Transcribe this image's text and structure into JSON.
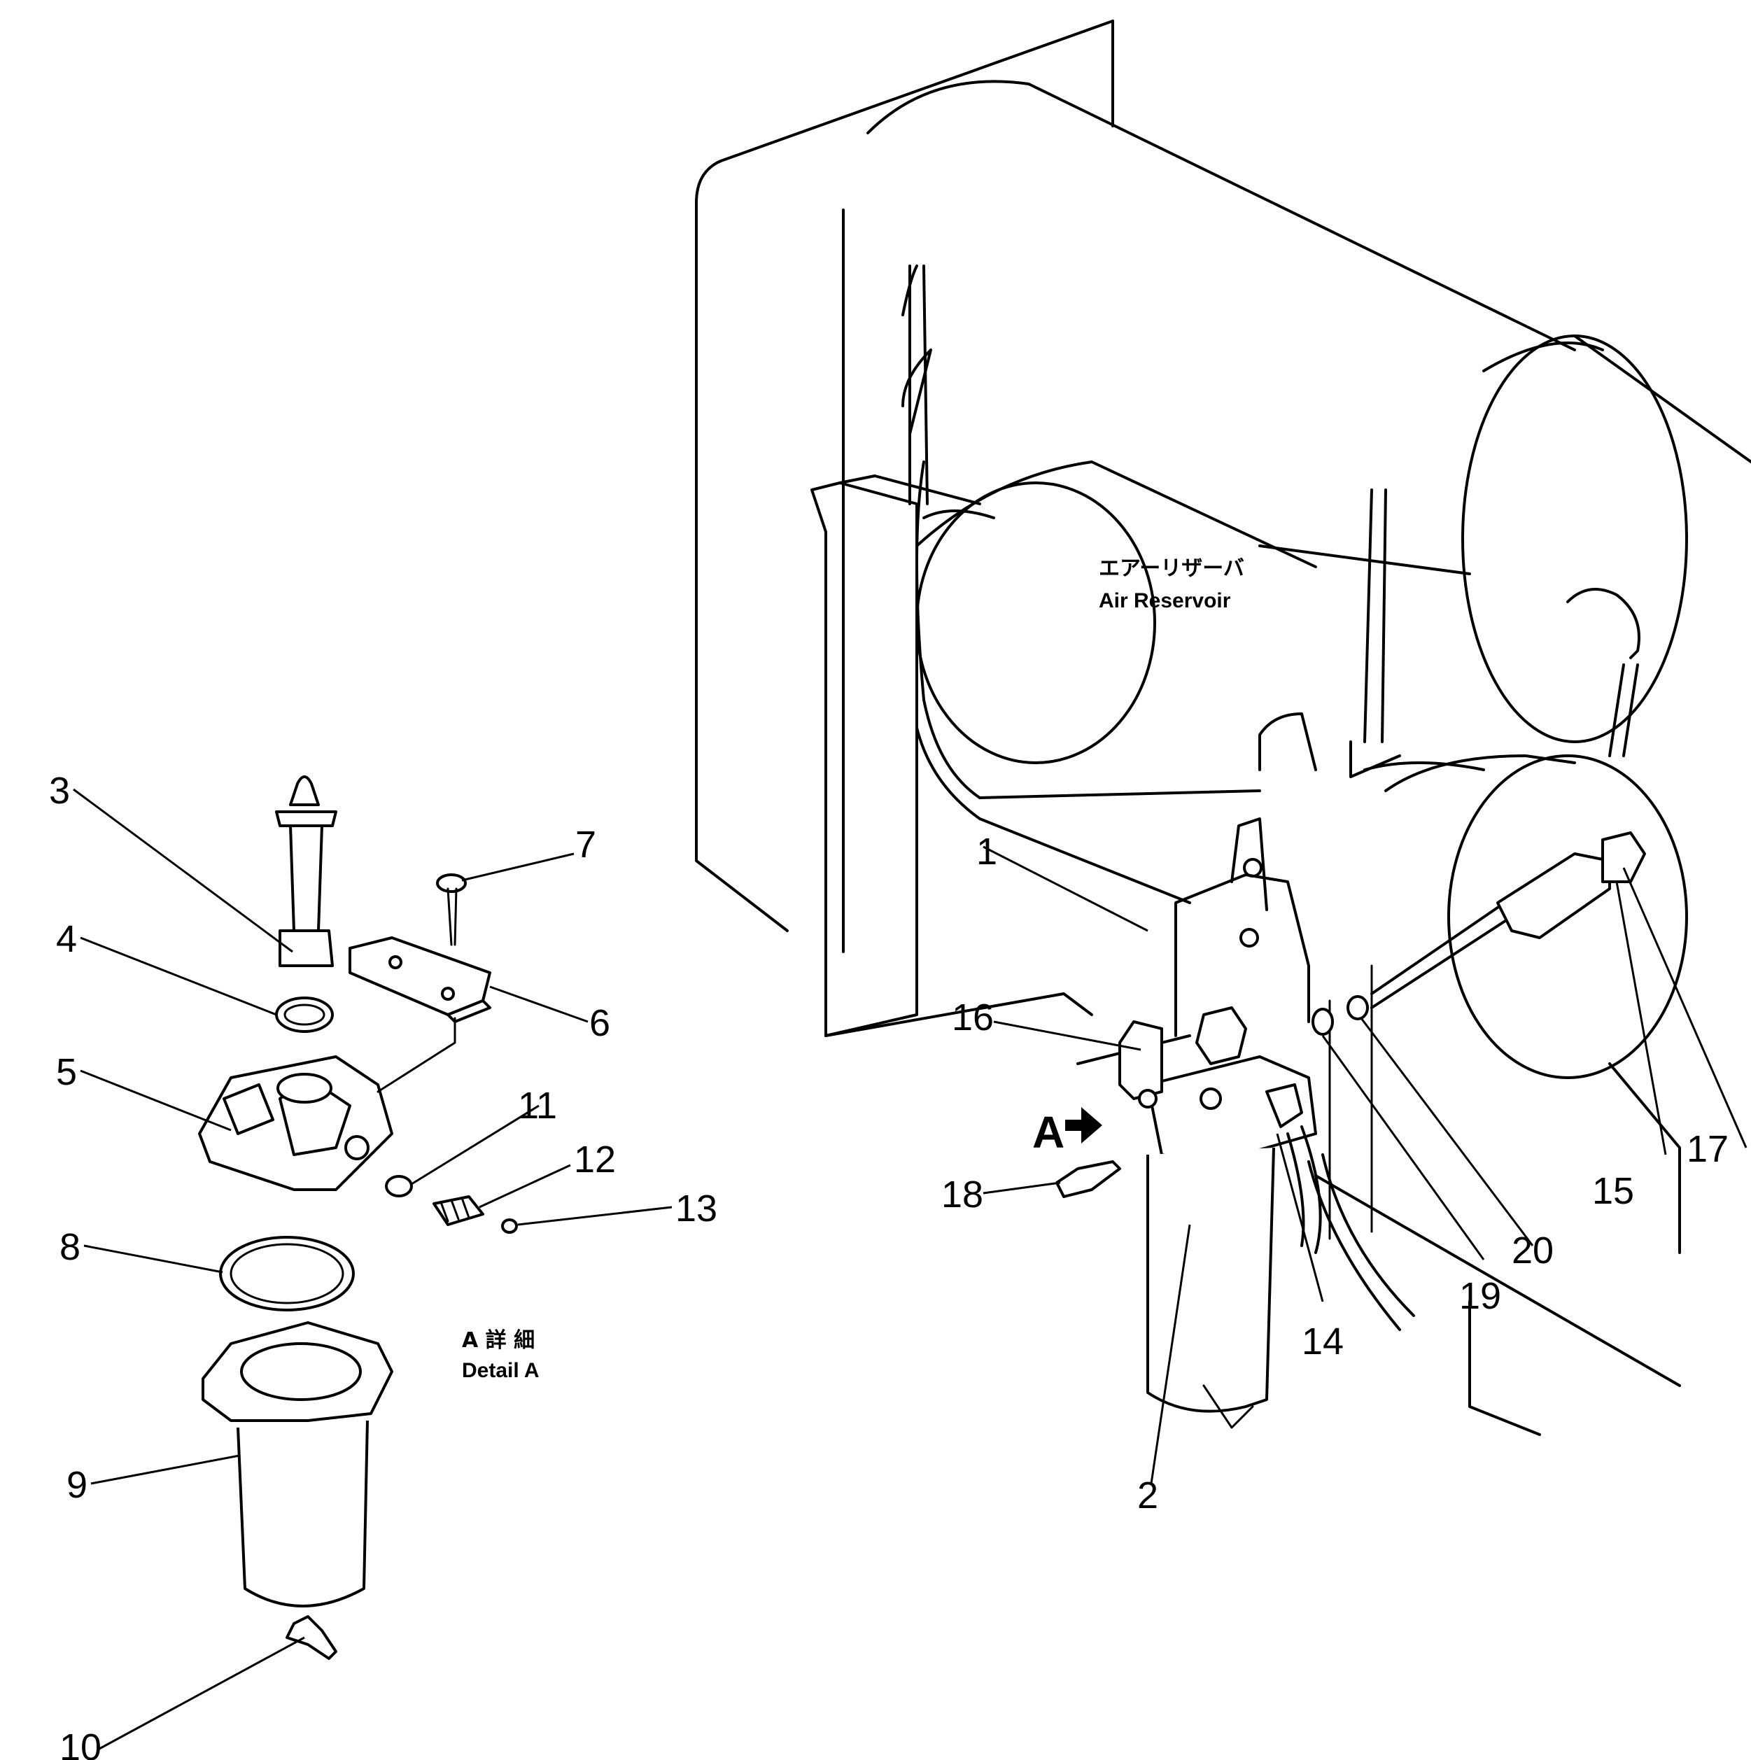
{
  "labels": {
    "air_reservoir_jp": "エアーリザーバ",
    "air_reservoir_en": "Air Reservoir",
    "detail_jp": "A 詳 細",
    "detail_en": "Detail A",
    "view_arrow": "A"
  },
  "callouts": {
    "c1": "1",
    "c2": "2",
    "c3": "3",
    "c4": "4",
    "c5": "5",
    "c6": "6",
    "c7": "7",
    "c8": "8",
    "c9": "9",
    "c10": "10",
    "c11": "11",
    "c12": "12",
    "c13": "13",
    "c14": "14",
    "c15": "15",
    "c16": "16",
    "c17": "17",
    "c18": "18",
    "c19": "19",
    "c20": "20"
  }
}
